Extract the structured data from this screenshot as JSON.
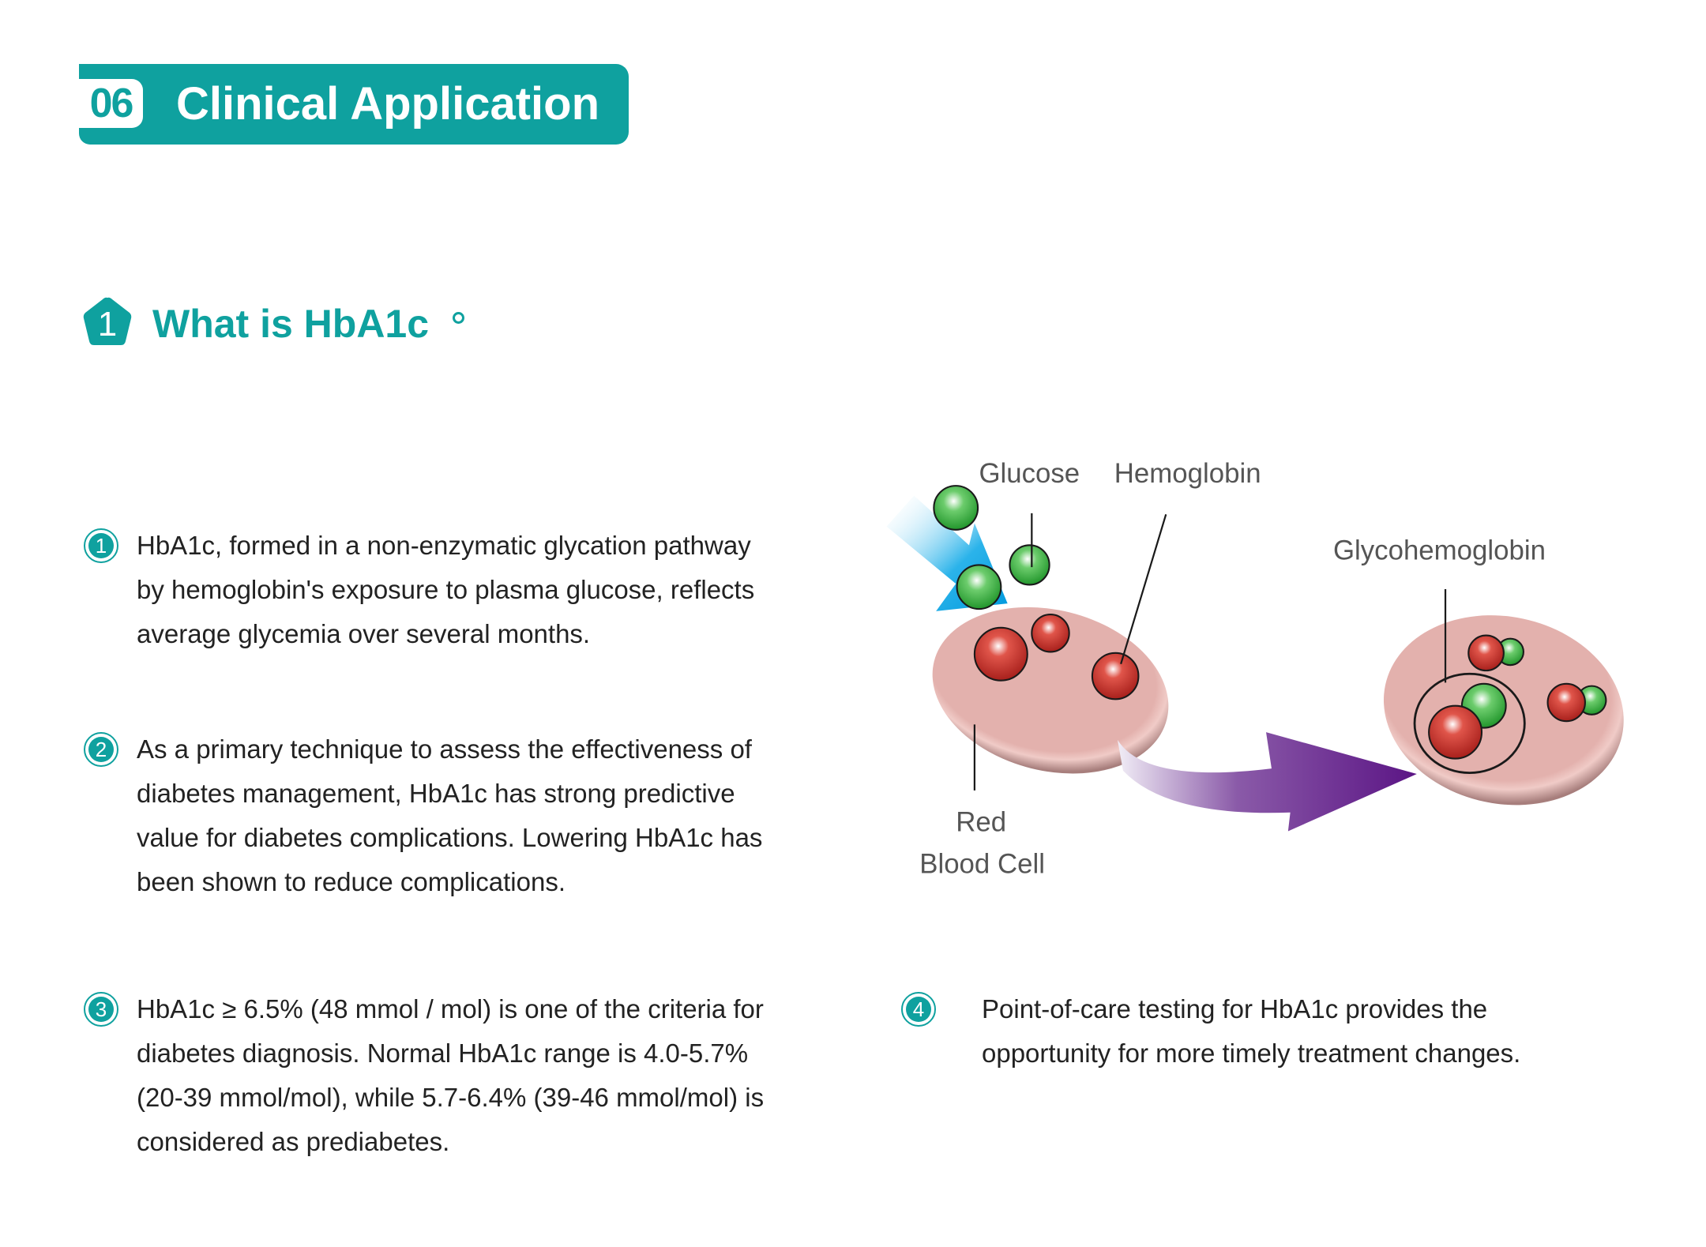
{
  "header": {
    "number": "06",
    "title": "Clinical Application"
  },
  "section": {
    "number": "1",
    "title": "What is HbA1c"
  },
  "items": [
    {
      "number": "1",
      "lines": [
        "HbA1c, formed in a non-enzymatic glycation pathway",
        "by hemoglobin's exposure to plasma glucose, reflects",
        "average glycemia over several months."
      ]
    },
    {
      "number": "2",
      "lines": [
        "As a primary technique to assess the effectiveness of",
        "diabetes management, HbA1c has strong predictive",
        "value for diabetes complications. Lowering HbA1c has",
        "been shown to reduce complications."
      ]
    },
    {
      "number": "3",
      "lines": [
        "HbA1c ≥ 6.5% (48 mmol / mol) is one of the criteria for",
        "diabetes diagnosis. Normal HbA1c range is 4.0-5.7%",
        "(20-39 mmol/mol), while 5.7-6.4% (39-46 mmol/mol) is",
        "considered as prediabetes."
      ]
    },
    {
      "number": "4",
      "lines": [
        "Point-of-care testing for HbA1c provides the",
        "opportunity for more timely treatment changes."
      ]
    }
  ],
  "diagram": {
    "labels": {
      "glucose": "Glucose",
      "hemoglobin": "Hemoglobin",
      "rbc_line1": "Red",
      "rbc_line2": "Blood Cell",
      "glycohemoglobin": "Glycohemoglobin"
    }
  },
  "colors": {
    "accent": "#0fa19f",
    "text": "#222222",
    "label": "#555555"
  }
}
